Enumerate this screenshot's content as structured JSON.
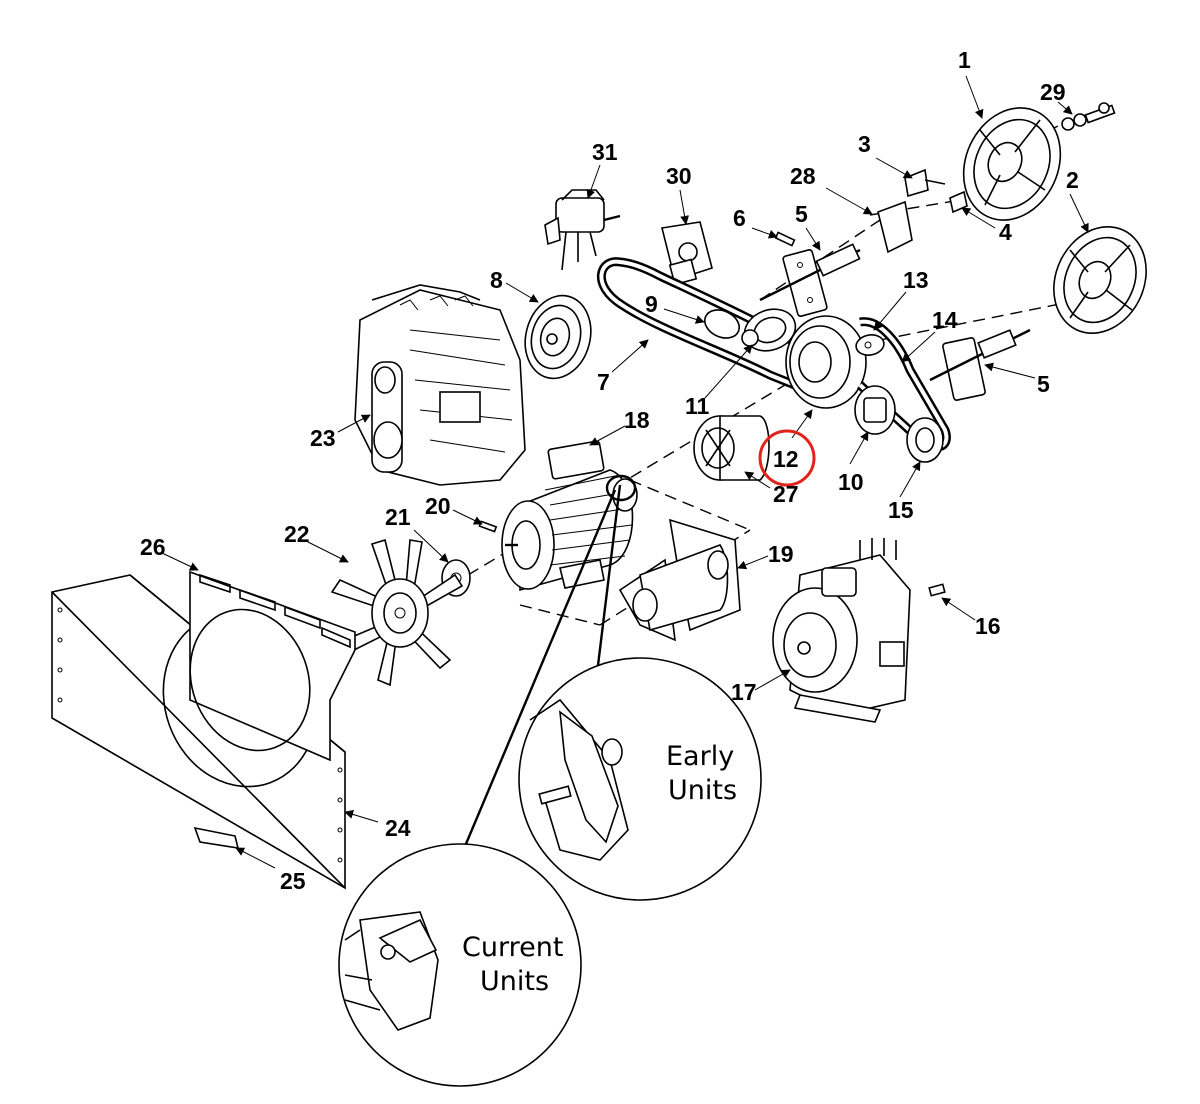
{
  "diagram": {
    "callouts": [
      "1",
      "2",
      "3",
      "4",
      "5",
      "5",
      "6",
      "7",
      "8",
      "9",
      "10",
      "11",
      "12",
      "13",
      "14",
      "15",
      "16",
      "17",
      "18",
      "19",
      "20",
      "21",
      "22",
      "23",
      "24",
      "25",
      "26",
      "27",
      "28",
      "29",
      "30",
      "31"
    ],
    "highlight": {
      "label": "12",
      "color": "#e0241b"
    },
    "insets": {
      "early": {
        "line1": "Early",
        "line2": "Units"
      },
      "current": {
        "line1": "Current",
        "line2": "Units"
      }
    },
    "colors": {
      "ink": "#000000",
      "background": "#ffffff",
      "highlight": "#e0241b"
    }
  }
}
